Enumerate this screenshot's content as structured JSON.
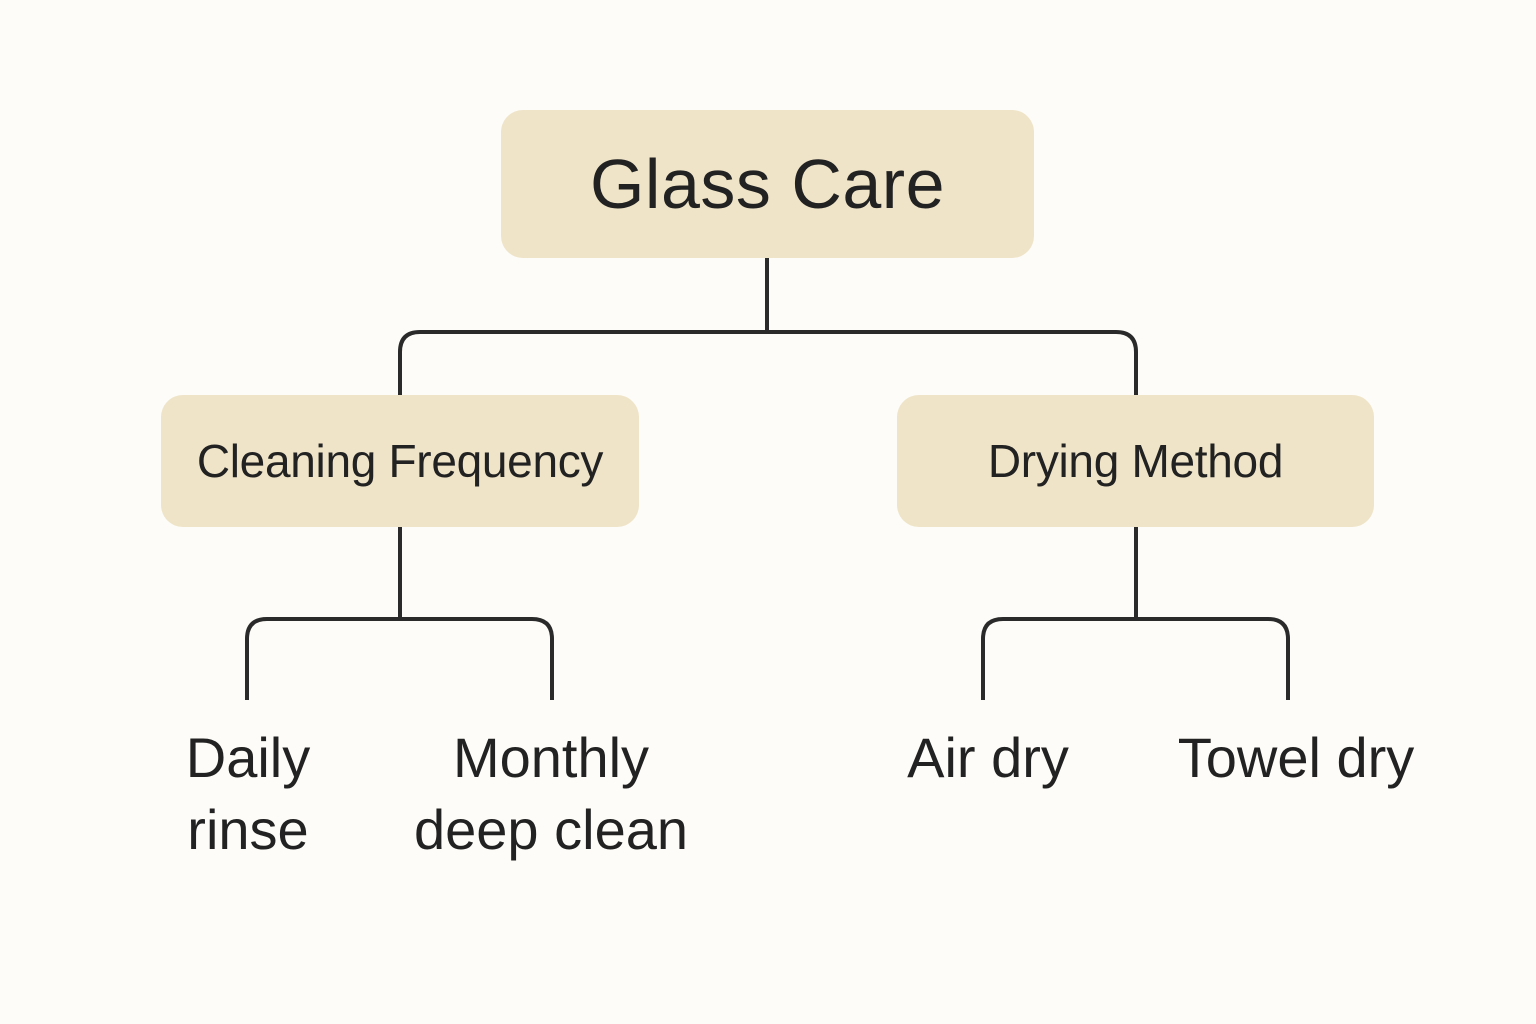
{
  "diagram": {
    "type": "tree",
    "colors": {
      "background": "#fdfcf8",
      "node_fill": "#efe4c8",
      "text": "#222222",
      "connector": "#2a2a2a"
    },
    "root": {
      "label": "Glass Care"
    },
    "branches": [
      {
        "label": "Cleaning Frequency",
        "children": [
          {
            "lines": [
              "Daily",
              "rinse"
            ]
          },
          {
            "lines": [
              "Monthly",
              "deep clean"
            ]
          }
        ]
      },
      {
        "label": "Drying Method",
        "children": [
          {
            "lines": [
              "Air dry"
            ]
          },
          {
            "lines": [
              "Towel dry"
            ]
          }
        ]
      }
    ]
  }
}
